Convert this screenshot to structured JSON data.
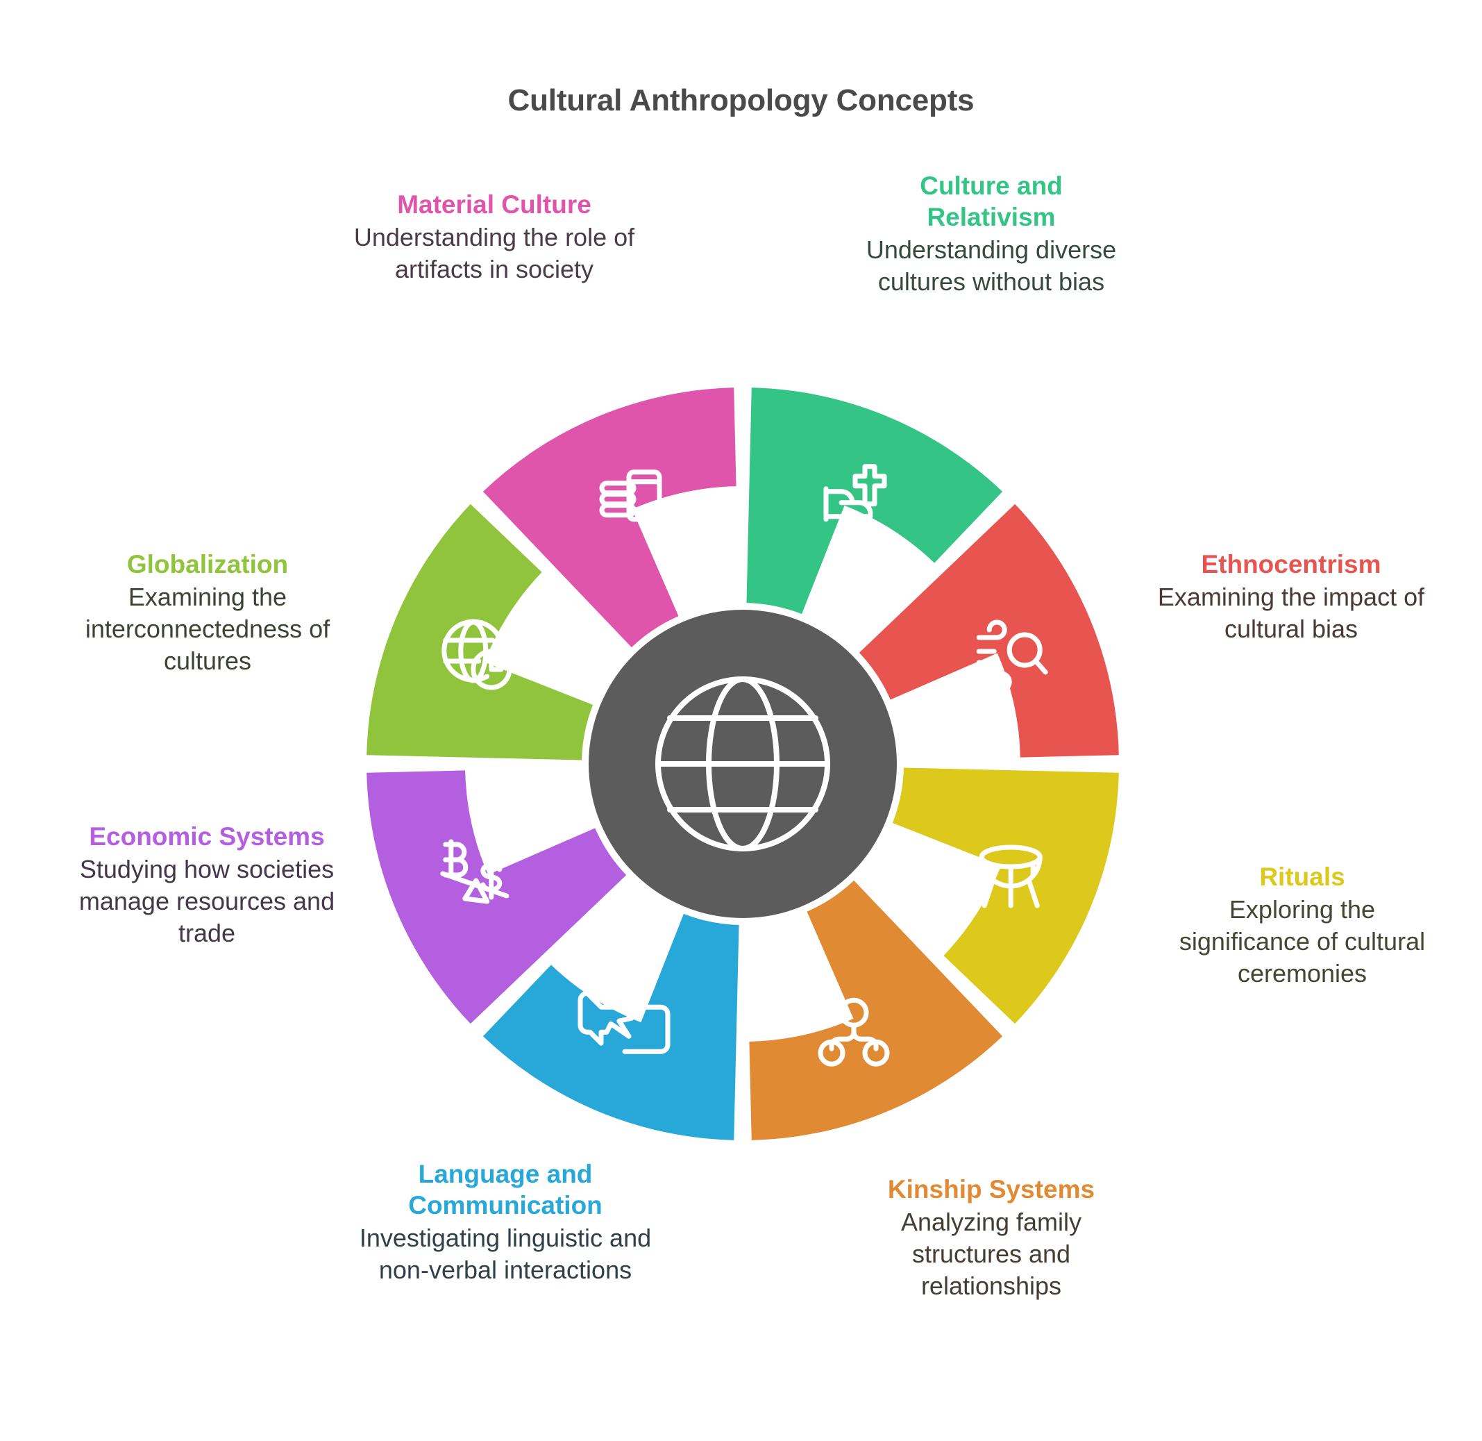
{
  "page": {
    "title": "Cultural Anthropology Concepts",
    "title_color": "#4a4a4a",
    "background": "#ffffff"
  },
  "center": {
    "icon": "globe-icon",
    "fill": "#5c5c5c",
    "stroke": "#ffffff"
  },
  "chart_data": {
    "type": "pie",
    "title": "Cultural Anthropology Concepts",
    "legend_position": "around",
    "categories": [
      "Culture and Relativism",
      "Ethnocentrism",
      "Rituals",
      "Kinship Systems",
      "Language and Communication",
      "Economic Systems",
      "Globalization",
      "Material Culture"
    ],
    "values": [
      12.5,
      12.5,
      12.5,
      12.5,
      12.5,
      12.5,
      12.5,
      12.5
    ],
    "colors": [
      "#34c486",
      "#e8544f",
      "#ddc91b",
      "#e08a33",
      "#27a8d8",
      "#b45fe0",
      "#90c43c",
      "#de55ab"
    ]
  },
  "segments": [
    {
      "id": "culture-relativism",
      "title": "Culture and Relativism",
      "desc": "Understanding diverse cultures without bias",
      "color": "#34c486",
      "icon": "praying-hands-cross-icon",
      "start_deg": -90,
      "end_deg": -45
    },
    {
      "id": "ethnocentrism",
      "title": "Ethnocentrism",
      "desc": "Examining the impact of cultural bias",
      "color": "#e8544f",
      "icon": "magnifier-wind-icon",
      "start_deg": -45,
      "end_deg": 0
    },
    {
      "id": "rituals",
      "title": "Rituals",
      "desc": "Exploring the significance of cultural ceremonies",
      "color": "#ddc91b",
      "icon": "drum-icon",
      "start_deg": 0,
      "end_deg": 45
    },
    {
      "id": "kinship-systems",
      "title": "Kinship Systems",
      "desc": "Analyzing family structures and relationships",
      "color": "#e08a33",
      "icon": "family-tree-icon",
      "start_deg": 45,
      "end_deg": 90
    },
    {
      "id": "language-communication",
      "title": "Language and Communication",
      "desc": "Investigating linguistic and non-verbal interactions",
      "color": "#27a8d8",
      "icon": "speech-bubbles-icon",
      "start_deg": 90,
      "end_deg": 135
    },
    {
      "id": "economic-systems",
      "title": "Economic Systems",
      "desc": "Studying how societies manage resources and trade",
      "color": "#b45fe0",
      "icon": "currency-balance-icon",
      "start_deg": 135,
      "end_deg": 180
    },
    {
      "id": "globalization",
      "title": "Globalization",
      "desc": "Examining the interconnectedness of cultures",
      "color": "#90c43c",
      "icon": "globe-clock-icon",
      "start_deg": 180,
      "end_deg": 225
    },
    {
      "id": "material-culture",
      "title": "Material Culture",
      "desc": "Understanding the role of artifacts in society",
      "color": "#de55ab",
      "icon": "folded-textiles-icon",
      "start_deg": 225,
      "end_deg": 270
    }
  ]
}
